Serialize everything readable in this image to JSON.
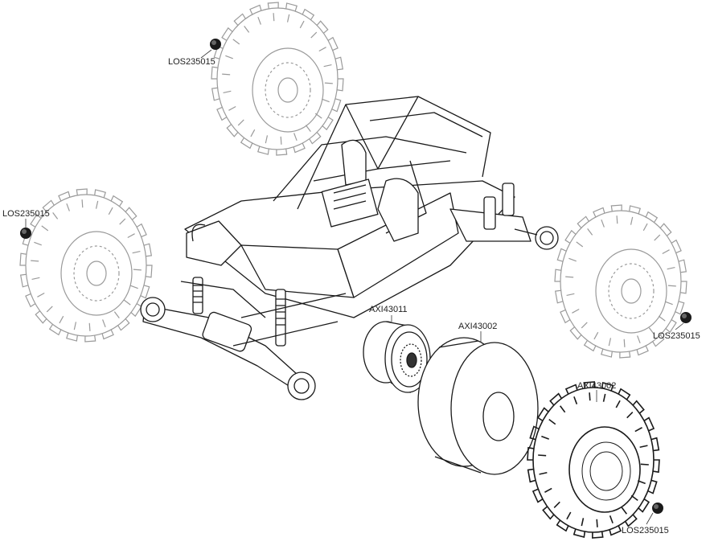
{
  "parts": {
    "wheel_nut": "LOS235015",
    "wheel": "AXI43011",
    "tire": "AXI43002"
  },
  "labels": {
    "nut_top": "LOS235015",
    "nut_left": "LOS235015",
    "nut_right": "LOS235015",
    "nut_bottom": "LOS235015",
    "wheel": "AXI43011",
    "tire_insert": "AXI43002",
    "tire": "AXI43002"
  },
  "colors": {
    "line": "#1a1a1a",
    "ghost": "#9a9a9a",
    "nut": "#222222"
  }
}
